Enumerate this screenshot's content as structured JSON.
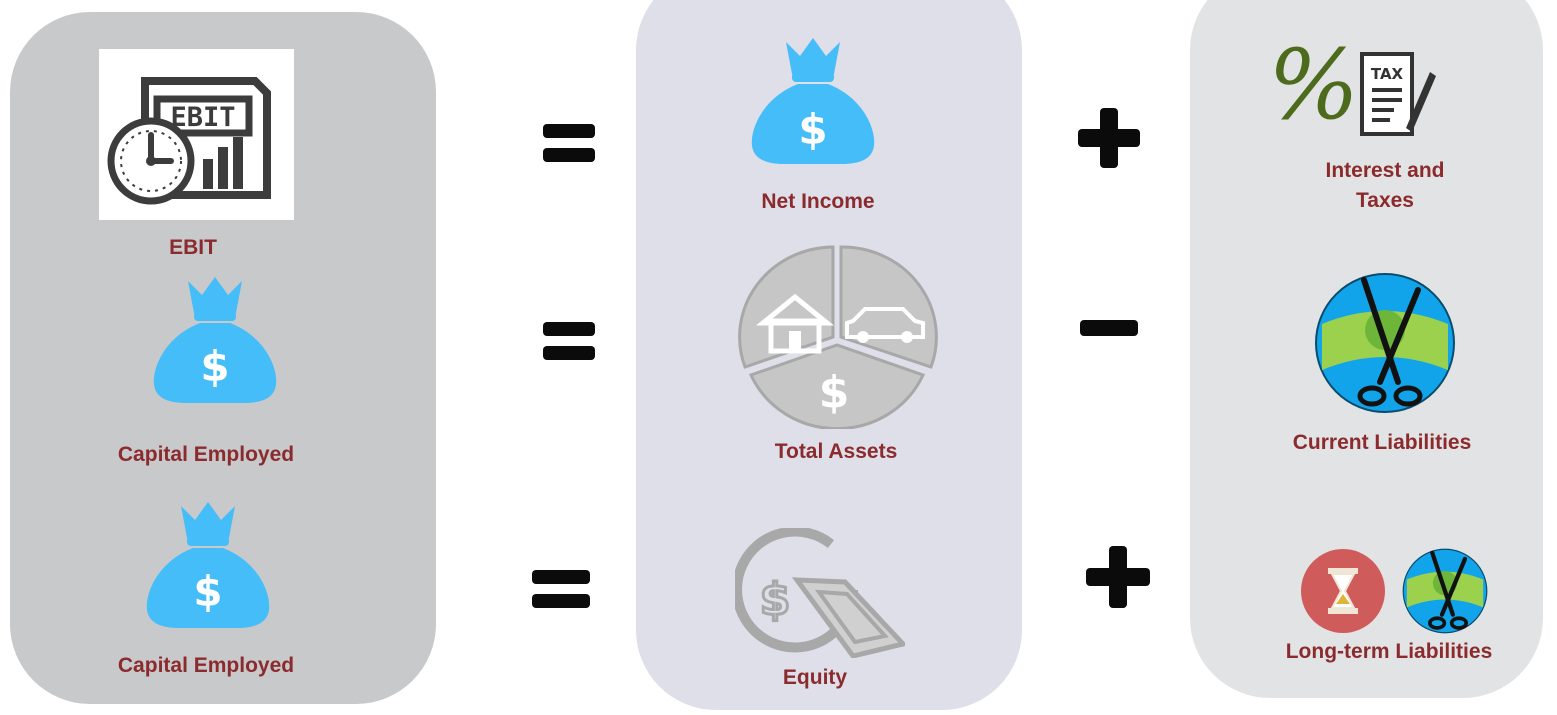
{
  "colors": {
    "label": "#8b2b2e",
    "bag": "#45bdf9",
    "panel_left": "#c8c9cb",
    "panel_middle": "#dedfe8",
    "panel_right": "#e2e3e4",
    "operator": "#0b0b0b"
  },
  "icons": {
    "ebit_document": "ebit-document-icon",
    "money_bag": "money-bag-icon",
    "asset_pie": "asset-pie-icon",
    "equity": "equity-icon",
    "interest_tax": "interest-tax-icon",
    "scissors_money": "scissors-money-icon",
    "hourglass": "hourglass-icon"
  },
  "ebit_icon_text": "EBIT",
  "tax_icon_text": "TAX",
  "rows": [
    {
      "left_label": "EBIT",
      "operator1": "=",
      "middle_label": "Net Income",
      "operator2": "+",
      "right_label": "Interest and Taxes"
    },
    {
      "left_label": "Capital Employed",
      "operator1": "=",
      "middle_label": "Total Assets",
      "operator2": "−",
      "right_label": "Current Liabilities"
    },
    {
      "left_label": "Capital Employed",
      "operator1": "=",
      "middle_label": "Equity",
      "operator2": "+",
      "right_label": "Long-term Liabilities"
    }
  ]
}
